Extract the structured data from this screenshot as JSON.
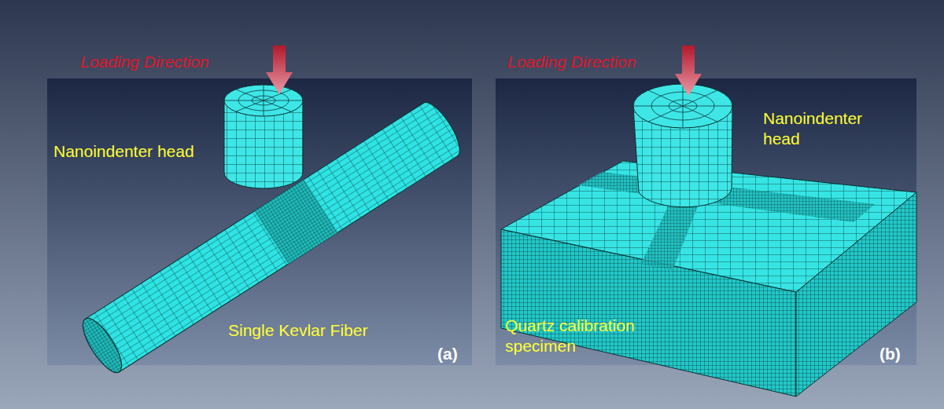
{
  "diagram": {
    "labels": [
      "Loading Direction",
      "Nanoindenter head",
      "Single Kevlar Fiber",
      "(a)",
      "Loading Direction",
      "Nanoindenter head",
      "Quartz calibration specimen",
      "(b)"
    ]
  }
}
